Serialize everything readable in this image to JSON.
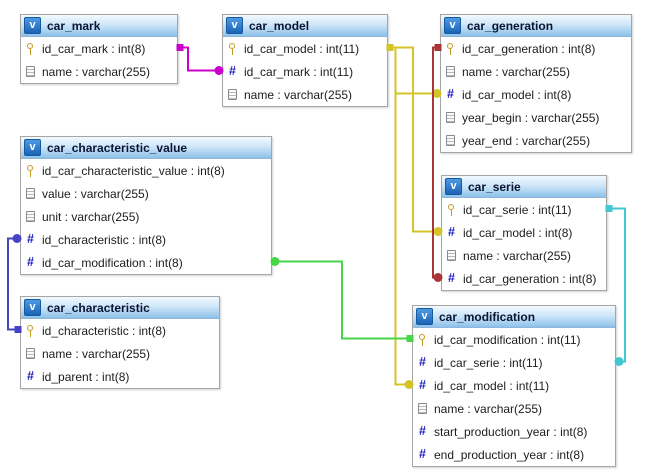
{
  "ui": {
    "toggle_glyph": "v"
  },
  "tables": [
    {
      "id": "car_mark",
      "title": "car_mark",
      "columns": [
        {
          "icon": "primary-key",
          "label": "id_car_mark : int(8)"
        },
        {
          "icon": "column",
          "label": "name : varchar(255)"
        }
      ]
    },
    {
      "id": "car_model",
      "title": "car_model",
      "columns": [
        {
          "icon": "primary-key",
          "label": "id_car_model : int(11)"
        },
        {
          "icon": "index",
          "label": "id_car_mark : int(11)"
        },
        {
          "icon": "column",
          "label": "name : varchar(255)"
        }
      ]
    },
    {
      "id": "car_generation",
      "title": "car_generation",
      "columns": [
        {
          "icon": "primary-key",
          "label": "id_car_generation : int(8)"
        },
        {
          "icon": "column",
          "label": "name : varchar(255)"
        },
        {
          "icon": "index",
          "label": "id_car_model : int(8)"
        },
        {
          "icon": "column",
          "label": "year_begin : varchar(255)"
        },
        {
          "icon": "column",
          "label": "year_end : varchar(255)"
        }
      ]
    },
    {
      "id": "car_characteristic_value",
      "title": "car_characteristic_value",
      "columns": [
        {
          "icon": "primary-key",
          "label": "id_car_characteristic_value : int(8)"
        },
        {
          "icon": "column",
          "label": "value : varchar(255)"
        },
        {
          "icon": "column",
          "label": "unit : varchar(255)"
        },
        {
          "icon": "index",
          "label": "id_characteristic : int(8)"
        },
        {
          "icon": "index",
          "label": "id_car_modification : int(8)"
        }
      ]
    },
    {
      "id": "car_characteristic",
      "title": "car_characteristic",
      "columns": [
        {
          "icon": "primary-key",
          "label": "id_characteristic : int(8)"
        },
        {
          "icon": "column",
          "label": "name : varchar(255)"
        },
        {
          "icon": "index",
          "label": "id_parent : int(8)"
        }
      ]
    },
    {
      "id": "car_serie",
      "title": "car_serie",
      "columns": [
        {
          "icon": "primary-key",
          "label": "id_car_serie : int(11)"
        },
        {
          "icon": "index",
          "label": "id_car_model : int(8)"
        },
        {
          "icon": "column",
          "label": "name : varchar(255)"
        },
        {
          "icon": "index",
          "label": "id_car_generation : int(8)"
        }
      ]
    },
    {
      "id": "car_modification",
      "title": "car_modification",
      "columns": [
        {
          "icon": "primary-key",
          "label": "id_car_modification : int(11)"
        },
        {
          "icon": "index",
          "label": "id_car_serie : int(11)"
        },
        {
          "icon": "index",
          "label": "id_car_model : int(11)"
        },
        {
          "icon": "column",
          "label": "name : varchar(255)"
        },
        {
          "icon": "index",
          "label": "start_production_year : int(8)"
        },
        {
          "icon": "index",
          "label": "end_production_year : int(8)"
        }
      ]
    }
  ],
  "relations": [
    {
      "from": "car_mark.id_car_mark",
      "to": "car_model.id_car_mark",
      "color": "#cc00cc"
    },
    {
      "from": "car_model.id_car_model",
      "to": "car_generation.id_car_model",
      "color": "#d4c426"
    },
    {
      "from": "car_model.id_car_model",
      "to": "car_serie.id_car_model",
      "color": "#d4c426"
    },
    {
      "from": "car_model.id_car_model",
      "to": "car_modification.id_car_model",
      "color": "#d4c426"
    },
    {
      "from": "car_generation.id_car_generation",
      "to": "car_serie.id_car_generation",
      "color": "#a93636"
    },
    {
      "from": "car_serie.id_car_serie",
      "to": "car_modification.id_car_serie",
      "color": "#41c7cf"
    },
    {
      "from": "car_modification.id_car_modification",
      "to": "car_characteristic_value.id_car_modification",
      "color": "#45d648"
    },
    {
      "from": "car_characteristic.id_characteristic",
      "to": "car_characteristic_value.id_characteristic",
      "color": "#4444c4"
    }
  ]
}
